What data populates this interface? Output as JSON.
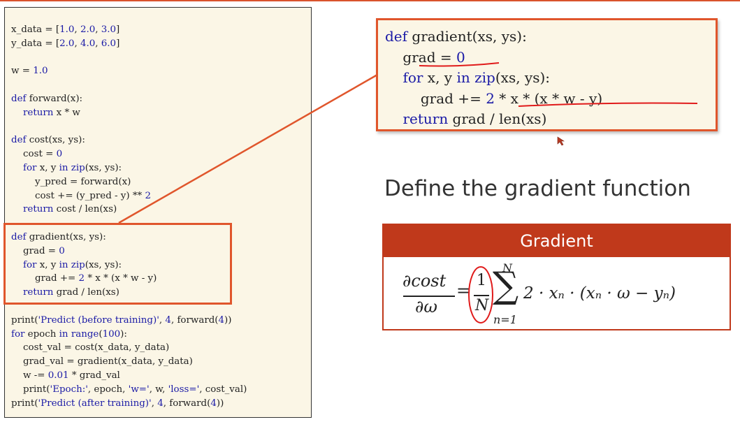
{
  "code_lines": [
    [
      {
        "t": "x_data = ["
      },
      {
        "t": "1.0",
        "c": "num"
      },
      {
        "t": ", "
      },
      {
        "t": "2.0",
        "c": "num"
      },
      {
        "t": ", "
      },
      {
        "t": "3.0",
        "c": "num"
      },
      {
        "t": "]"
      }
    ],
    [
      {
        "t": "y_data = ["
      },
      {
        "t": "2.0",
        "c": "num"
      },
      {
        "t": ", "
      },
      {
        "t": "4.0",
        "c": "num"
      },
      {
        "t": ", "
      },
      {
        "t": "6.0",
        "c": "num"
      },
      {
        "t": "]"
      }
    ],
    [],
    [
      {
        "t": "w = "
      },
      {
        "t": "1.0",
        "c": "num"
      }
    ],
    [],
    [
      {
        "t": "def",
        "c": "kw"
      },
      {
        "t": " forward(x):"
      }
    ],
    [
      {
        "t": "    "
      },
      {
        "t": "return",
        "c": "kw"
      },
      {
        "t": " x * w"
      }
    ],
    [],
    [
      {
        "t": "def",
        "c": "kw"
      },
      {
        "t": " cost(xs, ys):"
      }
    ],
    [
      {
        "t": "    cost = "
      },
      {
        "t": "0",
        "c": "num"
      }
    ],
    [
      {
        "t": "    "
      },
      {
        "t": "for",
        "c": "kw"
      },
      {
        "t": " x, y "
      },
      {
        "t": "in",
        "c": "kw"
      },
      {
        "t": " "
      },
      {
        "t": "zip",
        "c": "kw"
      },
      {
        "t": "(xs, ys):"
      }
    ],
    [
      {
        "t": "        y_pred = forward(x)"
      }
    ],
    [
      {
        "t": "        cost += (y_pred - y) ** "
      },
      {
        "t": "2",
        "c": "num"
      }
    ],
    [
      {
        "t": "    "
      },
      {
        "t": "return",
        "c": "kw"
      },
      {
        "t": " cost / len(xs)"
      }
    ],
    [],
    [
      {
        "t": "def",
        "c": "kw"
      },
      {
        "t": " gradient(xs, ys):"
      }
    ],
    [
      {
        "t": "    grad = "
      },
      {
        "t": "0",
        "c": "num"
      }
    ],
    [
      {
        "t": "    "
      },
      {
        "t": "for",
        "c": "kw"
      },
      {
        "t": " x, y "
      },
      {
        "t": "in",
        "c": "kw"
      },
      {
        "t": " "
      },
      {
        "t": "zip",
        "c": "kw"
      },
      {
        "t": "(xs, ys):"
      }
    ],
    [
      {
        "t": "        grad += "
      },
      {
        "t": "2",
        "c": "num"
      },
      {
        "t": " * x * (x * w - y)"
      }
    ],
    [
      {
        "t": "    "
      },
      {
        "t": "return",
        "c": "kw"
      },
      {
        "t": " grad / len(xs)"
      }
    ],
    [],
    [
      {
        "t": "print("
      },
      {
        "t": "'Predict (before training)'",
        "c": "str"
      },
      {
        "t": ", "
      },
      {
        "t": "4",
        "c": "num"
      },
      {
        "t": ", forward("
      },
      {
        "t": "4",
        "c": "num"
      },
      {
        "t": "))"
      }
    ],
    [
      {
        "t": "for",
        "c": "kw"
      },
      {
        "t": " epoch "
      },
      {
        "t": "in",
        "c": "kw"
      },
      {
        "t": " "
      },
      {
        "t": "range",
        "c": "kw"
      },
      {
        "t": "("
      },
      {
        "t": "100",
        "c": "num"
      },
      {
        "t": "):"
      }
    ],
    [
      {
        "t": "    cost_val = cost(x_data, y_data)"
      }
    ],
    [
      {
        "t": "    grad_val = gradient(x_data, y_data)"
      }
    ],
    [
      {
        "t": "    w -= "
      },
      {
        "t": "0.01",
        "c": "num"
      },
      {
        "t": " * grad_val"
      }
    ],
    [
      {
        "t": "    print("
      },
      {
        "t": "'Epoch:'",
        "c": "str"
      },
      {
        "t": ", epoch, "
      },
      {
        "t": "'w='",
        "c": "str"
      },
      {
        "t": ", w, "
      },
      {
        "t": "'loss='",
        "c": "str"
      },
      {
        "t": ", cost_val)"
      }
    ],
    [
      {
        "t": "print("
      },
      {
        "t": "'Predict (after training)'",
        "c": "str"
      },
      {
        "t": ", "
      },
      {
        "t": "4",
        "c": "num"
      },
      {
        "t": ", forward("
      },
      {
        "t": "4",
        "c": "num"
      },
      {
        "t": "))"
      }
    ]
  ],
  "zoom_lines": [
    [
      {
        "t": "def",
        "c": "kw"
      },
      {
        "t": " gradient(xs, ys):"
      }
    ],
    [
      {
        "t": "    grad = "
      },
      {
        "t": "0",
        "c": "num"
      }
    ],
    [
      {
        "t": "    "
      },
      {
        "t": "for",
        "c": "kw"
      },
      {
        "t": " x, y "
      },
      {
        "t": "in",
        "c": "kw"
      },
      {
        "t": " "
      },
      {
        "t": "zip",
        "c": "kw"
      },
      {
        "t": "(xs, ys):"
      }
    ],
    [
      {
        "t": "        grad += "
      },
      {
        "t": "2",
        "c": "num"
      },
      {
        "t": " * x * (x * w - y)"
      }
    ],
    [
      {
        "t": "    "
      },
      {
        "t": "return",
        "c": "kw"
      },
      {
        "t": " grad / len(xs)"
      }
    ]
  ],
  "heading": "Define the gradient function",
  "gradient_card": {
    "title": "Gradient",
    "frac_numerator": "∂cost",
    "frac_denominator": "∂ω",
    "equals": "=",
    "one": "1",
    "big_n": "N",
    "sigma": "∑",
    "sum_upper": "N",
    "sum_lower": "n=1",
    "expression": "2 · xₙ · (xₙ · ω − yₙ)"
  },
  "colors": {
    "accent": "#e0562c",
    "card_header": "#c0391b",
    "keyword": "#1a1aa6",
    "code_bg": "#fbf6e6",
    "annotation": "#e01b1b"
  }
}
